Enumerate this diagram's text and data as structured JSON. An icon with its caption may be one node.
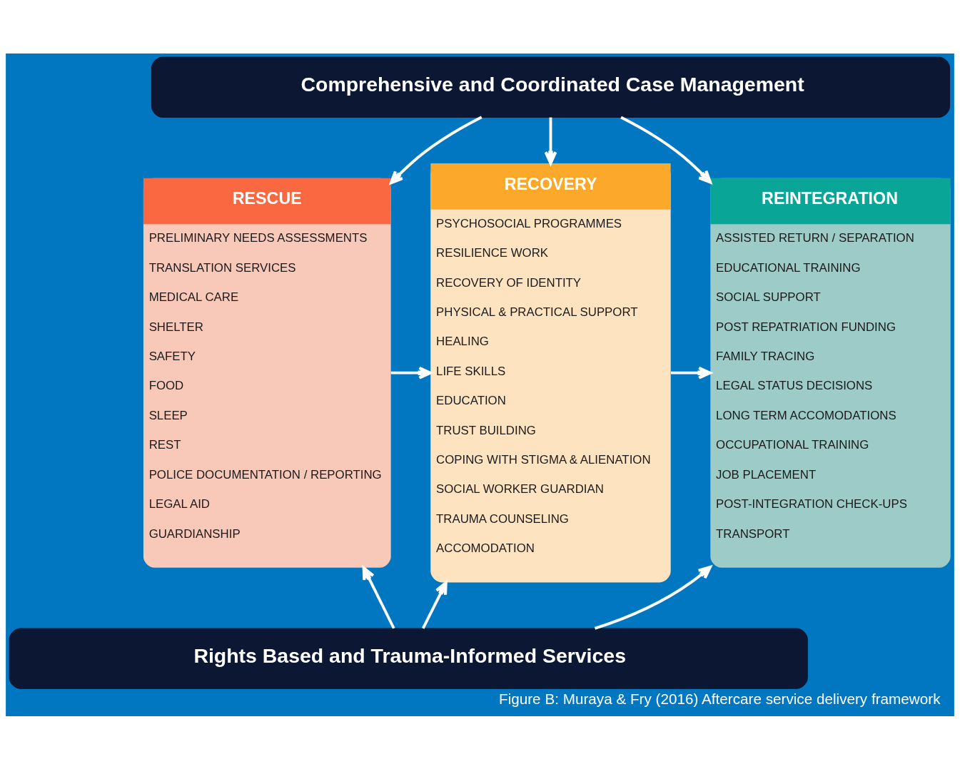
{
  "diagram": {
    "caption": "Figure B: Muraya & Fry (2016) Aftercare service delivery framework",
    "nodes": [
      {
        "text": [
          "Comprehensive and Coordinated Case Management"
        ]
      },
      {
        "text": [
          "RESCUE",
          "PRELIMINARY NEEDS ASSESSMENTS",
          "TRANSLATION SERVICES",
          "MEDICAL CARE",
          "SHELTER",
          "SAFETY",
          "FOOD",
          "SLEEP",
          "REST",
          "POLICE DOCUMENTATION / REPORTING",
          "LEGAL AID",
          "GUARDIANSHIP"
        ]
      },
      {
        "text": [
          "RECOVERY",
          "PSYCHOSOCIAL PROGRAMMES",
          "RESILIENCE WORK",
          "RECOVERY OF IDENTITY",
          "PHYSICAL & PRACTICAL SUPPORT",
          "HEALING",
          "LIFE SKILLS",
          "EDUCATION",
          "TRUST BUILDING",
          "COPING WITH STIGMA & ALIENATION",
          "SOCIAL WORKER GUARDIAN",
          "TRAUMA COUNSELING",
          "ACCOMODATION"
        ]
      },
      {
        "text": [
          "REINTEGRATION",
          "ASSISTED RETURN / SEPARATION",
          "EDUCATIONAL TRAINING",
          "SOCIAL SUPPORT",
          "POST REPATRIATION FUNDING",
          "FAMILY TRACING",
          "LEGAL STATUS DECISIONS",
          "LONG TERM ACCOMODATIONS",
          "OCCUPATIONAL TRAINING",
          "JOB PLACEMENT",
          "POST-INTEGRATION CHECK-UPS",
          "TRANSPORT"
        ]
      },
      {
        "text": [
          "Rights Based and Trauma-Informed Services"
        ]
      }
    ],
    "edges": [
      {
        "from": 0,
        "to": 1,
        "arrow": "to"
      },
      {
        "from": 0,
        "to": 2,
        "arrow": "to"
      },
      {
        "from": 0,
        "to": 3,
        "arrow": "to"
      },
      {
        "from": 1,
        "to": 2,
        "arrow": "to"
      },
      {
        "from": 2,
        "to": 3,
        "arrow": "to"
      },
      {
        "from": 4,
        "to": 1,
        "arrow": "to"
      },
      {
        "from": 4,
        "to": 2,
        "arrow": "to"
      },
      {
        "from": 4,
        "to": 3,
        "arrow": "to"
      }
    ]
  }
}
